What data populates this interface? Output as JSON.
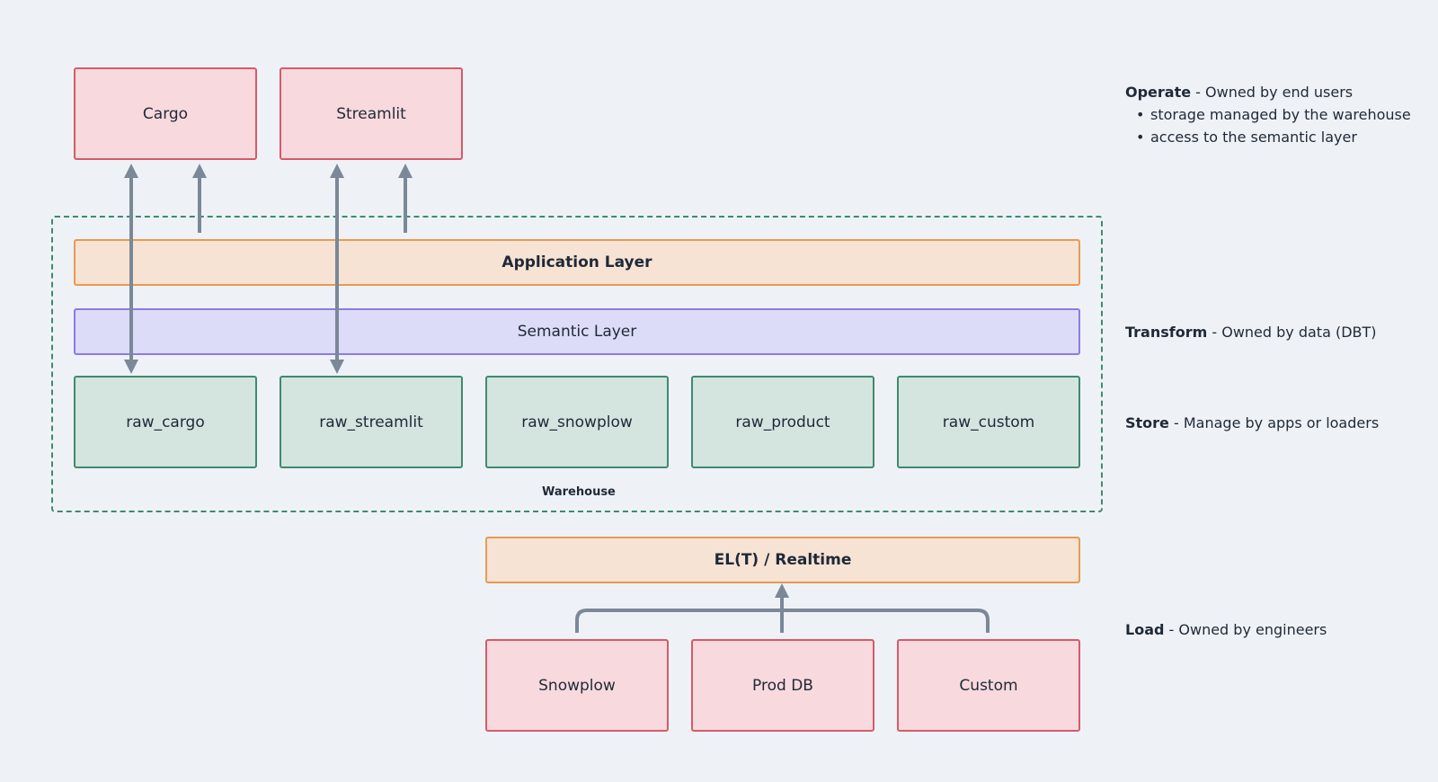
{
  "apps": {
    "cargo": "Cargo",
    "streamlit": "Streamlit"
  },
  "warehouse": {
    "label": "Warehouse",
    "application_layer": "Application Layer",
    "semantic_layer": "Semantic Layer",
    "raw_tables": [
      "raw_cargo",
      "raw_streamlit",
      "raw_snowplow",
      "raw_product",
      "raw_custom"
    ]
  },
  "elt": "EL(T) / Realtime",
  "sources": [
    "Snowplow",
    "Prod DB",
    "Custom"
  ],
  "notes": {
    "operate": {
      "title": "Operate",
      "text": " - Owned by end users",
      "bullets": [
        "storage managed by the warehouse",
        "access to the semantic layer"
      ]
    },
    "transform": {
      "title": "Transform",
      "text": " - Owned by data (DBT)"
    },
    "store": {
      "title": "Store",
      "text": " - Manage by apps or loaders"
    },
    "load": {
      "title": "Load",
      "text": " - Owned by engineers"
    }
  },
  "colors": {
    "pink": "#f7d9de",
    "orange": "#f7e3d4",
    "purple": "#dcdcf8",
    "green": "#d4e4df",
    "arrow": "#7a8898",
    "warehouse_border": "#3f8a6c"
  }
}
